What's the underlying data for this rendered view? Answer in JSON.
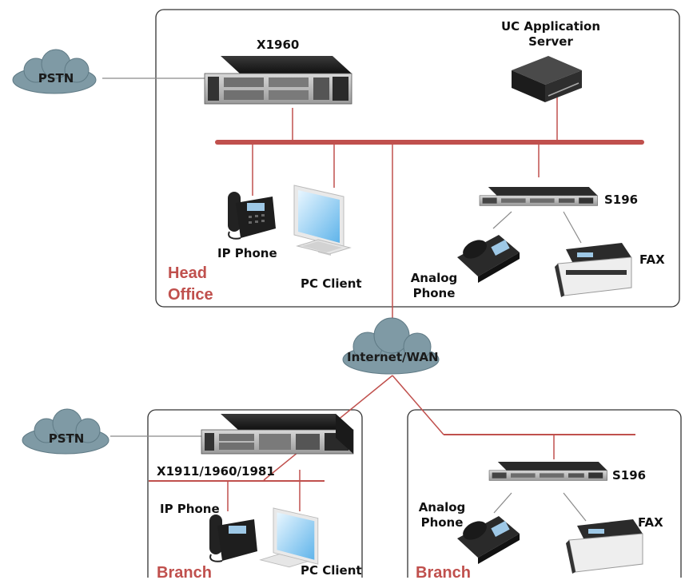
{
  "colors": {
    "bus": "#c0504d",
    "wire_gray": "#8a8a8a",
    "cloud": "#7f9aa5",
    "box_border": "#333333",
    "zone_text": "#c0504d"
  },
  "head_office": {
    "title_line1": "Head",
    "title_line2": "Office",
    "pstn": "PSTN",
    "gateway": "X1960",
    "server_line1": "UC Application",
    "server_line2": "Server",
    "ip_phone": "IP Phone",
    "pc_client": "PC Client",
    "s196": "S196",
    "analog_line1": "Analog",
    "analog_line2": "Phone",
    "fax": "FAX"
  },
  "internet": {
    "label": "Internet/WAN"
  },
  "branch_left": {
    "title": "Branch",
    "pstn": "PSTN",
    "gateway": "X1911/1960/1981",
    "ip_phone": "IP Phone",
    "pc_client": "PC Client"
  },
  "branch_right": {
    "title": "Branch",
    "s196": "S196",
    "analog_line1": "Analog",
    "analog_line2": "Phone",
    "fax": "FAX"
  },
  "icons": {
    "cloud": "cloud-icon",
    "rack": "rack-gateway-icon",
    "server": "server-icon",
    "phone": "ip-phone-icon",
    "pc": "pc-monitor-icon",
    "analog": "analog-phone-icon",
    "fax": "fax-machine-icon"
  }
}
